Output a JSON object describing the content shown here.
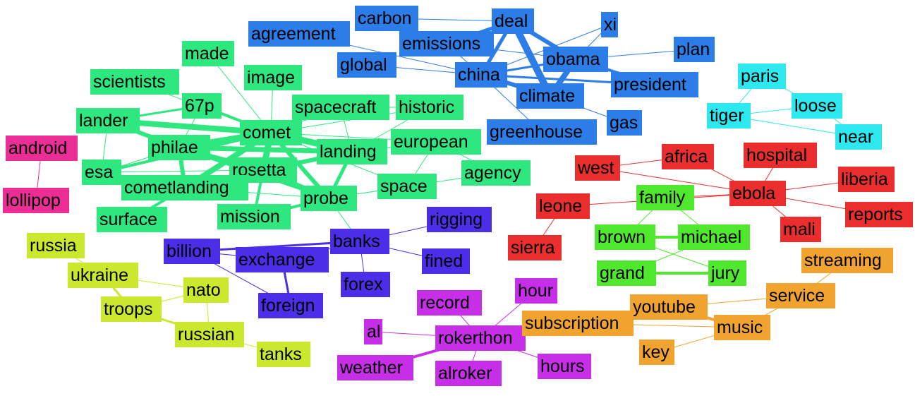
{
  "colors": {
    "climate": "#2d7de8",
    "paris": "#2ee8f0",
    "comet": "#2ee87f",
    "android": "#ea2e96",
    "ebola": "#ea2e2e",
    "ferguson": "#4fe82e",
    "banks": "#4c2ee8",
    "ukraine": "#cbe82e",
    "rokerthon": "#c72ee8",
    "music": "#f0a32e"
  },
  "nodes": {
    "carbon": {
      "label": "carbon",
      "group": "climate"
    },
    "deal": {
      "label": "deal",
      "group": "climate"
    },
    "xi": {
      "label": "xi",
      "group": "climate"
    },
    "agreement": {
      "label": "agreement",
      "group": "climate"
    },
    "emissions": {
      "label": "emissions",
      "group": "climate"
    },
    "obama": {
      "label": "obama",
      "group": "climate"
    },
    "plan": {
      "label": "plan",
      "group": "climate"
    },
    "global": {
      "label": "global",
      "group": "climate"
    },
    "china": {
      "label": "china",
      "group": "climate"
    },
    "president": {
      "label": "president",
      "group": "climate"
    },
    "climate": {
      "label": "climate",
      "group": "climate"
    },
    "gas": {
      "label": "gas",
      "group": "climate"
    },
    "greenhouse": {
      "label": "greenhouse",
      "group": "climate"
    },
    "paris": {
      "label": "paris",
      "group": "paris"
    },
    "loose": {
      "label": "loose",
      "group": "paris"
    },
    "tiger": {
      "label": "tiger",
      "group": "paris"
    },
    "near": {
      "label": "near",
      "group": "paris"
    },
    "made": {
      "label": "made",
      "group": "comet"
    },
    "scientists": {
      "label": "scientists",
      "group": "comet"
    },
    "image": {
      "label": "image",
      "group": "comet"
    },
    "67p": {
      "label": "67p",
      "group": "comet"
    },
    "spacecraft": {
      "label": "spacecraft",
      "group": "comet"
    },
    "historic": {
      "label": "historic",
      "group": "comet"
    },
    "lander": {
      "label": "lander",
      "group": "comet"
    },
    "comet": {
      "label": "comet",
      "group": "comet"
    },
    "philae": {
      "label": "philae",
      "group": "comet"
    },
    "european": {
      "label": "european",
      "group": "comet"
    },
    "landing": {
      "label": "landing",
      "group": "comet"
    },
    "esa": {
      "label": "esa",
      "group": "comet"
    },
    "rosetta": {
      "label": "rosetta",
      "group": "comet"
    },
    "agency": {
      "label": "agency",
      "group": "comet"
    },
    "cometlanding": {
      "label": "cometlanding",
      "group": "comet"
    },
    "space": {
      "label": "space",
      "group": "comet"
    },
    "probe": {
      "label": "probe",
      "group": "comet"
    },
    "surface": {
      "label": "surface",
      "group": "comet"
    },
    "mission": {
      "label": "mission",
      "group": "comet"
    },
    "android": {
      "label": "android",
      "group": "android"
    },
    "lollipop": {
      "label": "lollipop",
      "group": "android"
    },
    "africa": {
      "label": "africa",
      "group": "ebola"
    },
    "hospital": {
      "label": "hospital",
      "group": "ebola"
    },
    "west": {
      "label": "west",
      "group": "ebola"
    },
    "liberia": {
      "label": "liberia",
      "group": "ebola"
    },
    "ebola": {
      "label": "ebola",
      "group": "ebola"
    },
    "leone": {
      "label": "leone",
      "group": "ebola"
    },
    "reports": {
      "label": "reports",
      "group": "ebola"
    },
    "mali": {
      "label": "mali",
      "group": "ebola"
    },
    "sierra": {
      "label": "sierra",
      "group": "ebola"
    },
    "family": {
      "label": "family",
      "group": "ferguson"
    },
    "brown": {
      "label": "brown",
      "group": "ferguson"
    },
    "michael": {
      "label": "michael",
      "group": "ferguson"
    },
    "grand": {
      "label": "grand",
      "group": "ferguson"
    },
    "jury": {
      "label": "jury",
      "group": "ferguson"
    },
    "rigging": {
      "label": "rigging",
      "group": "banks"
    },
    "banks": {
      "label": "banks",
      "group": "banks"
    },
    "billion": {
      "label": "billion",
      "group": "banks"
    },
    "exchange": {
      "label": "exchange",
      "group": "banks"
    },
    "fined": {
      "label": "fined",
      "group": "banks"
    },
    "forex": {
      "label": "forex",
      "group": "banks"
    },
    "foreign": {
      "label": "foreign",
      "group": "banks"
    },
    "russia": {
      "label": "russia",
      "group": "ukraine"
    },
    "ukraine": {
      "label": "ukraine",
      "group": "ukraine"
    },
    "nato": {
      "label": "nato",
      "group": "ukraine"
    },
    "troops": {
      "label": "troops",
      "group": "ukraine"
    },
    "russian": {
      "label": "russian",
      "group": "ukraine"
    },
    "tanks": {
      "label": "tanks",
      "group": "ukraine"
    },
    "hour": {
      "label": "hour",
      "group": "rokerthon"
    },
    "record": {
      "label": "record",
      "group": "rokerthon"
    },
    "al": {
      "label": "al",
      "group": "rokerthon"
    },
    "rokerthon": {
      "label": "rokerthon",
      "group": "rokerthon"
    },
    "weather": {
      "label": "weather",
      "group": "rokerthon"
    },
    "alroker": {
      "label": "alroker",
      "group": "rokerthon"
    },
    "hours": {
      "label": "hours",
      "group": "rokerthon"
    },
    "streaming": {
      "label": "streaming",
      "group": "music"
    },
    "service": {
      "label": "service",
      "group": "music"
    },
    "youtube": {
      "label": "youtube",
      "group": "music"
    },
    "subscription": {
      "label": "subscription",
      "group": "music"
    },
    "music": {
      "label": "music",
      "group": "music"
    },
    "key": {
      "label": "key",
      "group": "music"
    }
  },
  "edges": [
    [
      "carbon",
      "deal"
    ],
    [
      "deal",
      "emissions"
    ],
    [
      "deal",
      "china"
    ],
    [
      "deal",
      "obama"
    ],
    [
      "deal",
      "climate"
    ],
    [
      "china",
      "obama"
    ],
    [
      "china",
      "climate"
    ],
    [
      "obama",
      "climate"
    ],
    [
      "china",
      "president"
    ],
    [
      "obama",
      "president"
    ],
    [
      "china",
      "emissions"
    ],
    [
      "obama",
      "emissions"
    ],
    [
      "china",
      "agreement"
    ],
    [
      "china",
      "global"
    ],
    [
      "obama",
      "plan"
    ],
    [
      "xi",
      "china"
    ],
    [
      "xi",
      "obama"
    ],
    [
      "china",
      "greenhouse"
    ],
    [
      "climate",
      "gas"
    ],
    [
      "emissions",
      "carbon"
    ],
    [
      "paris",
      "loose"
    ],
    [
      "tiger",
      "loose"
    ],
    [
      "paris",
      "tiger"
    ],
    [
      "loose",
      "near"
    ],
    [
      "tiger",
      "near"
    ],
    [
      "comet",
      "lander"
    ],
    [
      "comet",
      "philae"
    ],
    [
      "comet",
      "67p"
    ],
    [
      "comet",
      "landing"
    ],
    [
      "comet",
      "rosetta"
    ],
    [
      "comet",
      "probe"
    ],
    [
      "comet",
      "cometlanding"
    ],
    [
      "comet",
      "esa"
    ],
    [
      "comet",
      "scientists"
    ],
    [
      "comet",
      "made"
    ],
    [
      "comet",
      "image"
    ],
    [
      "comet",
      "spacecraft"
    ],
    [
      "comet",
      "historic"
    ],
    [
      "comet",
      "european"
    ],
    [
      "comet",
      "space"
    ],
    [
      "comet",
      "mission"
    ],
    [
      "comet",
      "surface"
    ],
    [
      "philae",
      "lander"
    ],
    [
      "philae",
      "landing"
    ],
    [
      "philae",
      "rosetta"
    ],
    [
      "philae",
      "cometlanding"
    ],
    [
      "philae",
      "probe"
    ],
    [
      "philae",
      "esa"
    ],
    [
      "philae",
      "67p"
    ],
    [
      "rosetta",
      "landing"
    ],
    [
      "rosetta",
      "probe"
    ],
    [
      "rosetta",
      "cometlanding"
    ],
    [
      "rosetta",
      "mission"
    ],
    [
      "rosetta",
      "esa"
    ],
    [
      "landing",
      "probe"
    ],
    [
      "landing",
      "historic"
    ],
    [
      "landing",
      "european"
    ],
    [
      "probe",
      "space"
    ],
    [
      "probe",
      "mission"
    ],
    [
      "european",
      "agency"
    ],
    [
      "space",
      "agency"
    ],
    [
      "european",
      "space"
    ],
    [
      "cometlanding",
      "surface"
    ],
    [
      "cometlanding",
      "probe"
    ],
    [
      "lander",
      "67p"
    ],
    [
      "lander",
      "esa"
    ],
    [
      "spacecraft",
      "historic"
    ],
    [
      "spacecraft",
      "landing"
    ],
    [
      "probe",
      "banks"
    ],
    [
      "android",
      "lollipop"
    ],
    [
      "ebola",
      "africa"
    ],
    [
      "ebola",
      "hospital"
    ],
    [
      "ebola",
      "west"
    ],
    [
      "ebola",
      "liberia"
    ],
    [
      "ebola",
      "reports"
    ],
    [
      "ebola",
      "mali"
    ],
    [
      "ebola",
      "leone"
    ],
    [
      "africa",
      "west"
    ],
    [
      "leone",
      "sierra"
    ],
    [
      "ebola",
      "family"
    ],
    [
      "brown",
      "michael"
    ],
    [
      "brown",
      "family"
    ],
    [
      "michael",
      "family"
    ],
    [
      "grand",
      "jury"
    ],
    [
      "brown",
      "jury"
    ],
    [
      "michael",
      "grand"
    ],
    [
      "banks",
      "rigging"
    ],
    [
      "banks",
      "billion"
    ],
    [
      "banks",
      "exchange"
    ],
    [
      "banks",
      "fined"
    ],
    [
      "banks",
      "forex"
    ],
    [
      "exchange",
      "foreign"
    ],
    [
      "billion",
      "exchange"
    ],
    [
      "billion",
      "foreign"
    ],
    [
      "ukraine",
      "nato"
    ],
    [
      "ukraine",
      "troops"
    ],
    [
      "troops",
      "russian"
    ],
    [
      "nato",
      "russian"
    ],
    [
      "russian",
      "tanks"
    ],
    [
      "russia",
      "ukraine"
    ],
    [
      "troops",
      "nato"
    ],
    [
      "rokerthon",
      "hour"
    ],
    [
      "rokerthon",
      "record"
    ],
    [
      "rokerthon",
      "al"
    ],
    [
      "rokerthon",
      "weather"
    ],
    [
      "rokerthon",
      "alroker"
    ],
    [
      "rokerthon",
      "hours"
    ],
    [
      "rokerthon",
      "subscription"
    ],
    [
      "youtube",
      "music"
    ],
    [
      "service",
      "music"
    ],
    [
      "streaming",
      "service"
    ],
    [
      "subscription",
      "youtube"
    ],
    [
      "music",
      "key"
    ],
    [
      "youtube",
      "service"
    ],
    [
      "subscription",
      "music"
    ]
  ]
}
